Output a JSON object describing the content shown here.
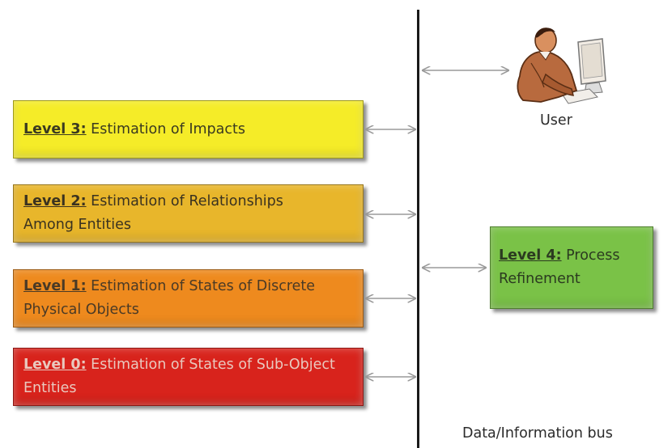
{
  "levels": {
    "l3": {
      "tag": "Level 3:",
      "text": "Estimation of Impacts"
    },
    "l2": {
      "tag": "Level 2:",
      "text": "Estimation of Relationships",
      "text2": "Among Entities"
    },
    "l1": {
      "tag": "Level 1:",
      "text": "Estimation of States of Discrete",
      "text2": "Physical Objects"
    },
    "l0": {
      "tag": "Level 0:",
      "text": "Estimation of States of Sub-Object",
      "text2": "Entities"
    },
    "l4": {
      "tag": "Level 4:",
      "text": "Process",
      "text2": "Refinement"
    }
  },
  "user": {
    "label": "User"
  },
  "bus": {
    "label": "Data/Information bus"
  },
  "colors": {
    "level3": "#f5ec28",
    "level2": "#e8b62b",
    "level1": "#ee8a1e",
    "level0": "#d8231c",
    "level4": "#7ac247",
    "arrow": "#9a9a9a",
    "bus": "#1a1a1a"
  },
  "icons": {
    "user": "person-at-computer-icon"
  }
}
